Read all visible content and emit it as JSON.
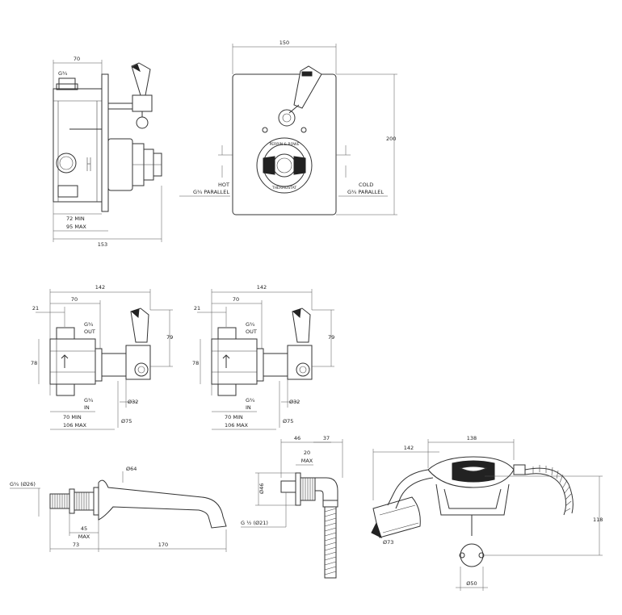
{
  "colors": {
    "line": "#333333",
    "background": "#ffffff"
  },
  "side_view": {
    "dim_top": "70",
    "thread": "G¾",
    "dim_min": "72 MIN",
    "dim_max": "95 MAX",
    "dim_overall": "153"
  },
  "front_view": {
    "dim_width": "150",
    "dim_height": "200",
    "hot_label": "HOT",
    "hot_thread": "G¾ PARALLEL",
    "cold_label": "COLD",
    "cold_thread": "G¾ PARALLEL",
    "dial_text_top": "PERRIN & ROWE",
    "dial_text_bottom": "THERMOSTAT"
  },
  "valve_views": [
    {
      "dim_overall": "142",
      "dim_body": "70",
      "dim_offset": "21",
      "dim_height": "78",
      "dim_lever": "79",
      "outlet": "G¾",
      "outlet_label": "OUT",
      "inlet": "G¾",
      "inlet_label": "IN",
      "dia_rosette": "Ø32",
      "dia_base": "Ø75",
      "dim_min": "70 MIN",
      "dim_max": "106 MAX"
    },
    {
      "dim_overall": "142",
      "dim_body": "70",
      "dim_offset": "21",
      "dim_height": "78",
      "dim_lever": "79",
      "outlet": "G¾",
      "outlet_label": "OUT",
      "inlet": "G¾",
      "inlet_label": "IN",
      "dia_rosette": "Ø32",
      "dia_base": "Ø75",
      "dim_min": "70 MIN",
      "dim_max": "106 MAX"
    }
  ],
  "spout": {
    "thread": "G¾ (Ø26)",
    "dia": "Ø64",
    "dim_45": "45",
    "dim_max": "MAX",
    "dim_73": "73",
    "dim_170": "170"
  },
  "elbow": {
    "dim_46": "46",
    "dim_37": "37",
    "dim_20": "20",
    "dim_max": "MAX",
    "dia_46": "Ø46",
    "thread": "G ½ (Ø21)"
  },
  "handset": {
    "dim_142": "142",
    "dim_138": "138",
    "dim_118": "118",
    "dia_73": "Ø73",
    "dia_50": "Ø50"
  }
}
